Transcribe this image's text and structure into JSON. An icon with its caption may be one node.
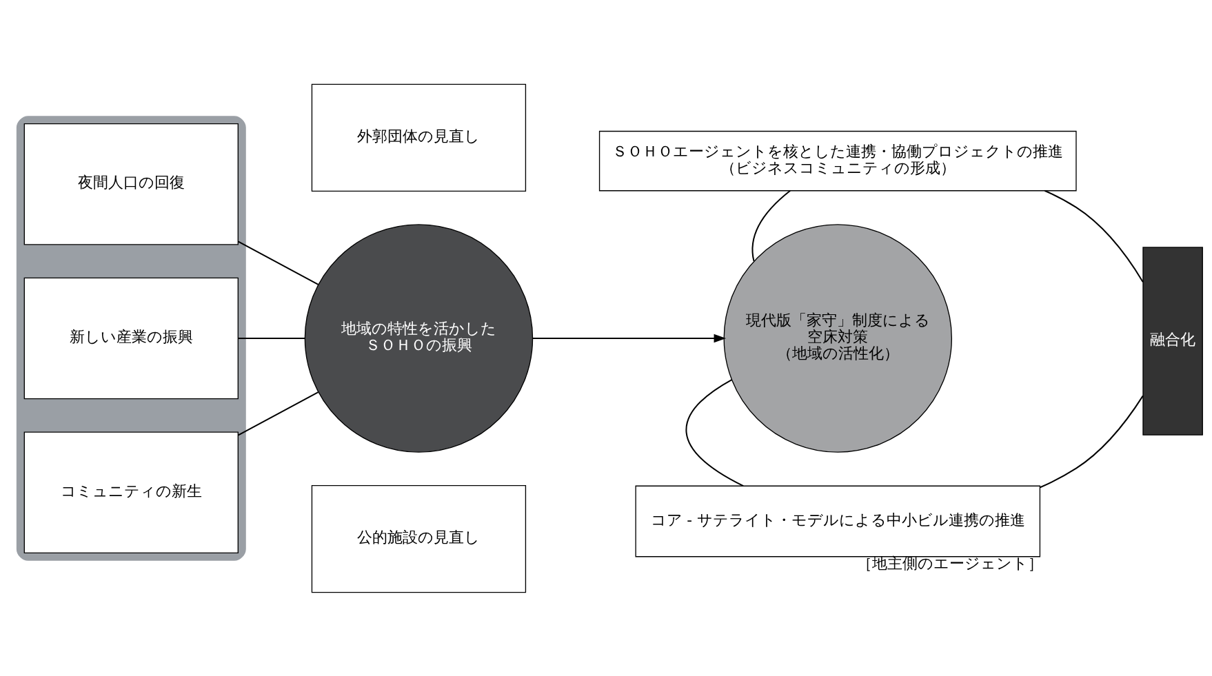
{
  "diagram": {
    "nodes": [
      {
        "text": [],
        "shape": "box"
      },
      {
        "text": [
          "夜間人口の回復"
        ],
        "in": 0
      },
      {
        "text": [
          "新しい産業の振興"
        ],
        "in": 0
      },
      {
        "text": [
          "コミュニティの新生"
        ],
        "in": 0
      },
      {
        "text": [
          "外郭団体の見直し"
        ]
      },
      {
        "text": [
          "地域の特性を活かした",
          "ＳＯＨＯの振興"
        ]
      },
      {
        "text": [
          "公的施設の見直し"
        ]
      },
      {
        "text": [
          "ＳＯＨＯエージェントを核とした連携・協働プロジェクトの推進",
          "（ビジネスコミュニティの形成）"
        ]
      },
      {
        "text": [
          "現代版「家守」制度による",
          "空床対策",
          "（地域の活性化）"
        ]
      },
      {
        "text": [
          "コア - サテライト・モデルによる中小ビル連携の推進"
        ],
        "beside": [
          "［地主側のエージェント］"
        ]
      },
      {
        "text": [
          "融合化"
        ]
      }
    ],
    "edges": [
      {
        "from": 1,
        "to": 5,
        "arrow": "none"
      },
      {
        "from": 2,
        "to": 5,
        "arrow": "none"
      },
      {
        "from": 3,
        "to": 5,
        "arrow": "none"
      },
      {
        "from": 5,
        "to": 8,
        "arrow": "to"
      },
      {
        "from": 7,
        "to": 8,
        "arrow": "none"
      },
      {
        "from": 8,
        "to": 9,
        "arrow": "none"
      },
      {
        "from": 7,
        "to": 10,
        "arrow": "none"
      },
      {
        "from": 9,
        "to": 10,
        "arrow": "none"
      }
    ]
  }
}
